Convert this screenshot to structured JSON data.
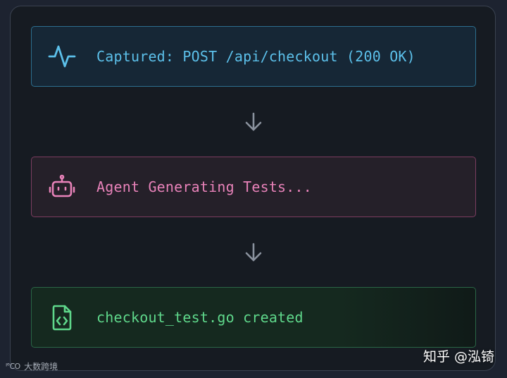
{
  "steps": [
    {
      "label": "Captured: POST /api/checkout (200 OK)",
      "icon": "activity-pulse-icon",
      "color": "#5cc0ea"
    },
    {
      "label": "Agent Generating Tests...",
      "icon": "robot-icon",
      "color": "#e882b9"
    },
    {
      "label": "checkout_test.go created",
      "icon": "code-file-icon",
      "color": "#5fd88b"
    }
  ],
  "arrows": {
    "icon": "arrow-down-icon",
    "color": "#8a929e"
  },
  "watermarks": {
    "right": "知乎 @泓锜",
    "left_logo": "ᑊ℃O",
    "left_text": "大数跨境"
  }
}
